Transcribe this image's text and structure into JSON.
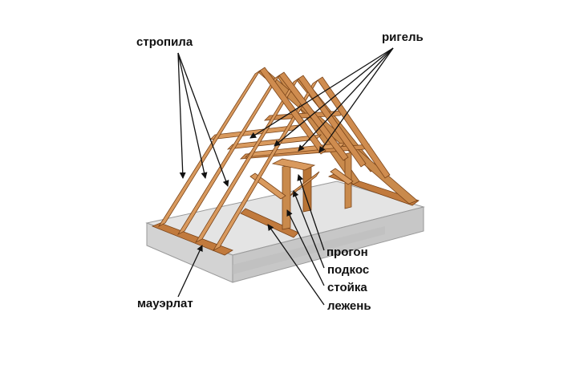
{
  "labels": {
    "rafters": "стропила",
    "collar_tie": "ригель",
    "purlin": "прогон",
    "strut": "подкос",
    "post": "стойка",
    "sill_beam": "лежень",
    "wall_plate": "мауэрлат"
  },
  "colors": {
    "timber_light": "#d99a5e",
    "timber_mid": "#c17a3d",
    "timber_dark": "#8f5324",
    "slab_top": "#e4e4e4",
    "slab_side": "#c9c9c9",
    "slab_front": "#d6d6d6",
    "arrow": "#111111"
  }
}
